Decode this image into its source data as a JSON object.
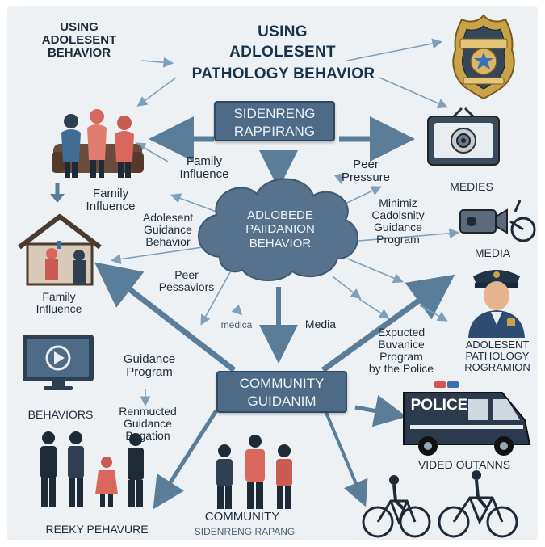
{
  "title": {
    "line1": "USING",
    "line2": "ADLOLESENT",
    "line3": "PATHOLOGY BEHAVIOR"
  },
  "top_left_title": [
    "USING",
    "ADOLESENT",
    "BEHAVIOR"
  ],
  "sidenreng_box": [
    "SIDENRENG",
    "RAPPIRANG"
  ],
  "central_cloud": [
    "ADLOBEDE",
    "PAIIDANION",
    "BEHAVIOR"
  ],
  "community_box": [
    "COMMUNITY",
    "GUIDANIM"
  ],
  "labels": {
    "family_influence_top": [
      "Family",
      "Influence"
    ],
    "peer_pressure": [
      "Peer",
      "Pressure"
    ],
    "family_influence_left": [
      "Family",
      "Influence"
    ],
    "adolesent_guidance": [
      "Adolesent",
      "Guidance",
      "Behavior"
    ],
    "minimize_program": [
      "Minimiz",
      "Cadolsnity",
      "Guidance",
      "Program"
    ],
    "medies": "MEDIES",
    "media_right": "MEDIA",
    "family_influence_house": [
      "Family",
      "Influence"
    ],
    "peer_pessaviors": [
      "Peer",
      "Pessaviors"
    ],
    "medica": "medica",
    "media_center": "Media",
    "expucted_program": [
      "Expucted",
      "Buvanice",
      "Program",
      "by the Police"
    ],
    "adolesent_pathology": [
      "ADOLESENT",
      "PATHOLOGY",
      "ROGRAMION"
    ],
    "guidance_program": [
      "Guidance",
      "Program"
    ],
    "behaviors": "BEHAVIORS",
    "renmucted": [
      "Renmucted",
      "Guidance",
      "Bogation"
    ],
    "police_van": "POLICE",
    "vided_outanns": "VIDED OUTANNS",
    "community_bottom": "COMMUNITY",
    "sidenreng_bottom": "SIDENRENG RAPANG",
    "reeky": "REEKY PEHAVURE"
  },
  "colors": {
    "arrow": "#5a7d99",
    "box": "#4d6b86",
    "cloud": "#56728c",
    "navy": "#223447",
    "accent_red": "#d9675e",
    "badge_gold": "#b98d33"
  },
  "icons": [
    "police-badge-icon",
    "tv-camera-icon",
    "family-group-icon",
    "house-icon",
    "tv-play-icon",
    "video-camera-icon",
    "police-officer-icon",
    "police-van-icon",
    "family-walking-icon",
    "community-people-icon",
    "bicycle-icon"
  ]
}
